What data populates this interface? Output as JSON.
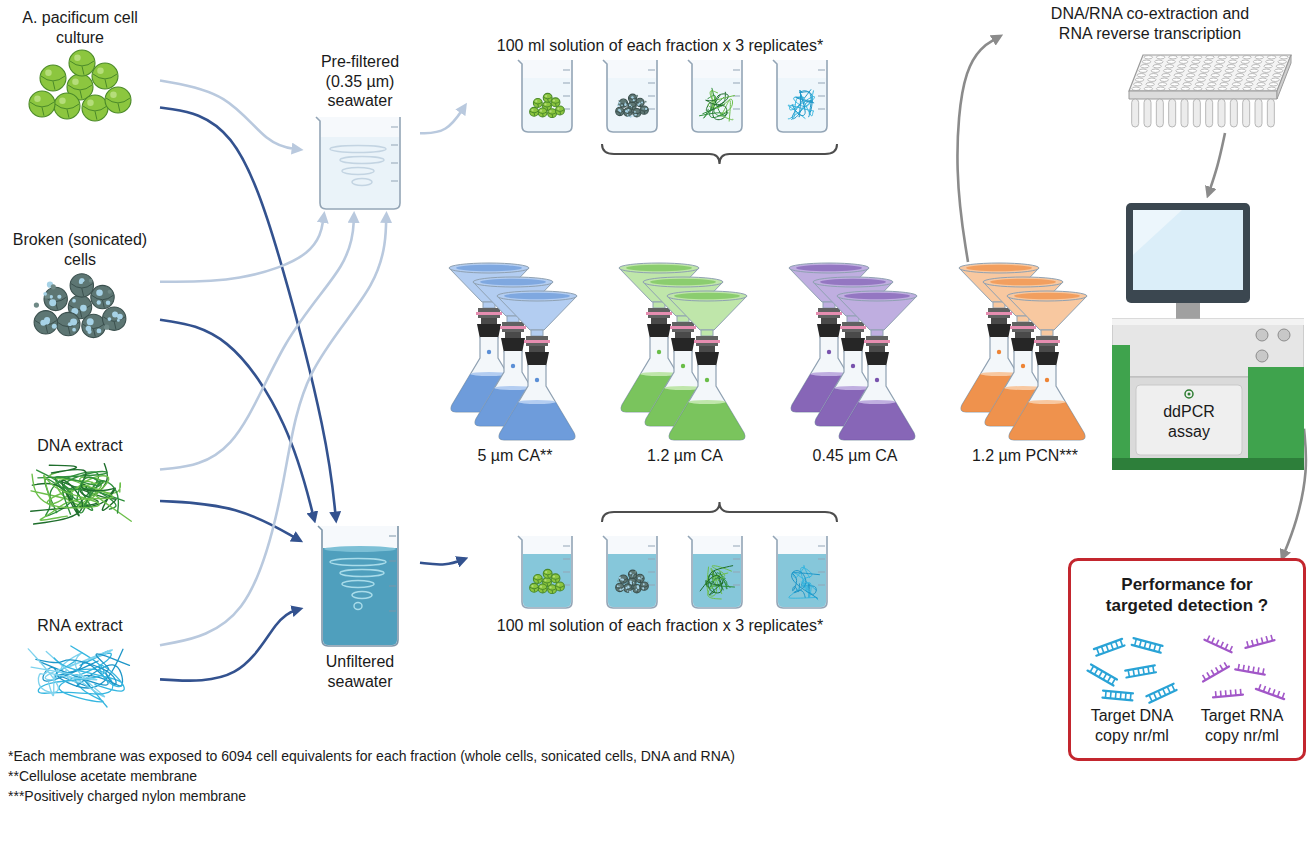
{
  "diagram": {
    "nodes": [
      {
        "text": [
          "A. pacificum cell culture"
        ]
      },
      {
        "text": [
          "Broken (sonicated) cells"
        ]
      },
      {
        "text": [
          "DNA extract"
        ]
      },
      {
        "text": [
          "RNA extract"
        ]
      },
      {
        "text": [
          "Pre-filtered (0.35 µm) seawater"
        ]
      },
      {
        "text": [
          "Unfiltered seawater"
        ]
      },
      {
        "text": [
          "100 ml solution of each fraction x 3 replicates*"
        ]
      },
      {
        "text": [
          "100 ml solution of each fraction x 3 replicates*"
        ]
      },
      {
        "text": [
          "5 µm CA**"
        ]
      },
      {
        "text": [
          "1.2 µm CA"
        ]
      },
      {
        "text": [
          "0.45 µm CA"
        ]
      },
      {
        "text": [
          "1.2 µm PCN***"
        ]
      },
      {
        "text": [
          "DNA/RNA co-extraction and RNA reverse transcription"
        ]
      },
      {
        "text": [
          "ddPCR assay"
        ]
      },
      {
        "text": [
          "Performance for targeted detection ?"
        ]
      },
      {
        "text": [
          "Target DNA copy nr/ml"
        ],
        "in": 14
      },
      {
        "text": [
          "Target RNA copy nr/ml"
        ],
        "in": 14
      }
    ],
    "edges": [
      {
        "from": 0,
        "to": 4,
        "arrow": "to"
      },
      {
        "from": 0,
        "to": 5,
        "arrow": "to"
      },
      {
        "from": 1,
        "to": 4,
        "arrow": "to"
      },
      {
        "from": 1,
        "to": 5,
        "arrow": "to"
      },
      {
        "from": 2,
        "to": 4,
        "arrow": "to"
      },
      {
        "from": 2,
        "to": 5,
        "arrow": "to"
      },
      {
        "from": 3,
        "to": 4,
        "arrow": "to"
      },
      {
        "from": 3,
        "to": 5,
        "arrow": "to"
      },
      {
        "from": 4,
        "to": 6,
        "arrow": "to"
      },
      {
        "from": 5,
        "to": 7,
        "arrow": "to"
      },
      {
        "from": 11,
        "to": 12,
        "arrow": "to"
      },
      {
        "from": 12,
        "to": 13,
        "arrow": "to"
      },
      {
        "from": 13,
        "to": 14,
        "arrow": "to"
      }
    ],
    "labels": [
      "*Each membrane was exposed to 6094 cell equivalents for each fraction (whole cells, sonicated cells, DNA and RNA)",
      "**Cellulose acetate membrane",
      "***Positively charged nylon membrane"
    ]
  }
}
